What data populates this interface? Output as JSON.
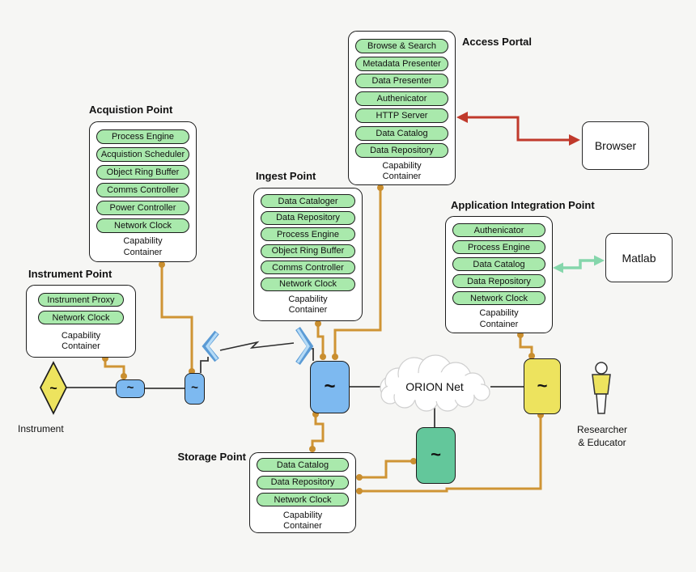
{
  "palette": {
    "background": "#f6f6f4",
    "container_fill": "#ffffff",
    "capability_fill": "#a9e9ac",
    "blue_node": "#7db9f0",
    "green_node": "#63c79b",
    "yellow_node": "#ede35e",
    "orange_link": "#cf9434",
    "red_link": "#c0392b",
    "green_link": "#85d6ab",
    "black_link": "#3a3a3a"
  },
  "containers": [
    {
      "title": "Acquistion Point",
      "items": [
        "Process Engine",
        "Acquistion Scheduler",
        "Object Ring Buffer",
        "Comms Controller",
        "Power Controller",
        "Network Clock"
      ],
      "footer": "Capability\nContainer"
    },
    {
      "title": "Access Portal",
      "items": [
        "Browse & Search",
        "Metadata Presenter",
        "Data Presenter",
        "Authenicator",
        "HTTP Server",
        "Data Catalog",
        "Data Repository"
      ],
      "footer": "Capability\nContainer"
    },
    {
      "title": "Ingest Point",
      "items": [
        "Data Cataloger",
        "Data Repository",
        "Process Engine",
        "Object Ring Buffer",
        "Comms Controller",
        "Network Clock"
      ],
      "footer": "Capability\nContainer"
    },
    {
      "title": "Application Integration Point",
      "items": [
        "Authenicator",
        "Process Engine",
        "Data Catalog",
        "Data Repository",
        "Network Clock"
      ],
      "footer": "Capability\nContainer"
    },
    {
      "title": "Instrument Point",
      "items": [
        "Instrument Proxy",
        "Network Clock"
      ],
      "footer": "Capability\nContainer"
    },
    {
      "title": "Storage Point",
      "items": [
        "Data Catalog",
        "Data Repository",
        "Network Clock"
      ],
      "footer": "Capability\nContainer"
    }
  ],
  "nodes": {
    "browser_label": "Browser",
    "matlab_label": "Matlab",
    "cloud_label": "ORION Net",
    "instrument_label": "Instrument",
    "researcher_label": "Researcher\n& Educator",
    "tilde": "~"
  }
}
